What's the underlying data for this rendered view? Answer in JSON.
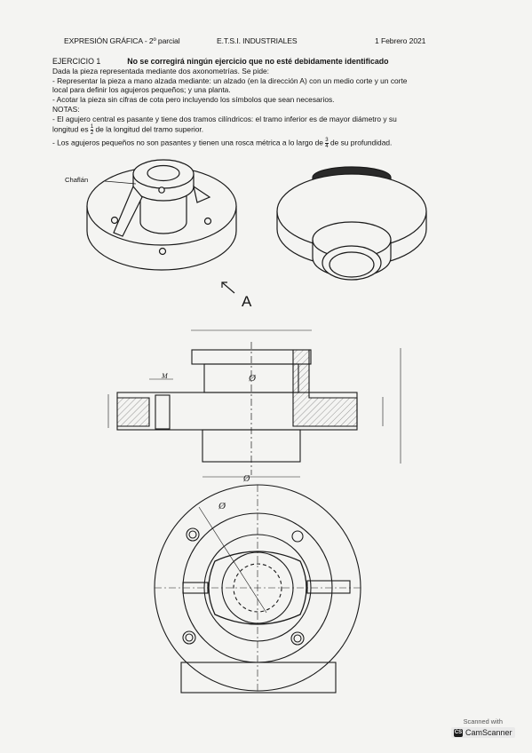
{
  "header": {
    "subject": "EXPRESIÓN GRÁFICA - 2º parcial",
    "school": "E.T.S.I. INDUSTRIALES",
    "date": "1 Febrero 2021"
  },
  "exercise": {
    "title": "EJERCICIO 1",
    "warning": "No se corregirá ningún ejercicio que no esté debidamente identificado",
    "intro": "Dada la pieza representada mediante dos axonometrías. Se pide:",
    "task_1a": "- Representar la pieza a mano alzada mediante: un alzado (en la dirección A) con un medio corte y un corte",
    "task_1b": "local para definir los agujeros pequeños; y una planta.",
    "task_2": "- Acotar la pieza sin cifras de cota pero incluyendo los símbolos que sean necesarios.",
    "notes_title": "NOTAS:",
    "note_1a": "- El agujero central es pasante y tiene dos tramos cilíndricos: el tramo inferior es de mayor diámetro y su",
    "note_1b_pre": "longitud es",
    "note_1b_frac_num": "1",
    "note_1b_frac_den": "2",
    "note_1b_post": "de la longitud del tramo superior.",
    "note_2_pre": "- Los agujeros pequeños no son pasantes y tienen una rosca métrica a lo largo de",
    "note_2_frac_num": "3",
    "note_2_frac_den": "4",
    "note_2_post": "de su profundidad."
  },
  "figure_labels": {
    "chamfer": "Chaflán",
    "view_direction": "A",
    "diameter_symbol": "Ø",
    "thread_symbol": "M"
  },
  "scanner": {
    "scanned_with": "Scanned with",
    "app_name": "CamScanner",
    "logo_letters": "CS"
  }
}
